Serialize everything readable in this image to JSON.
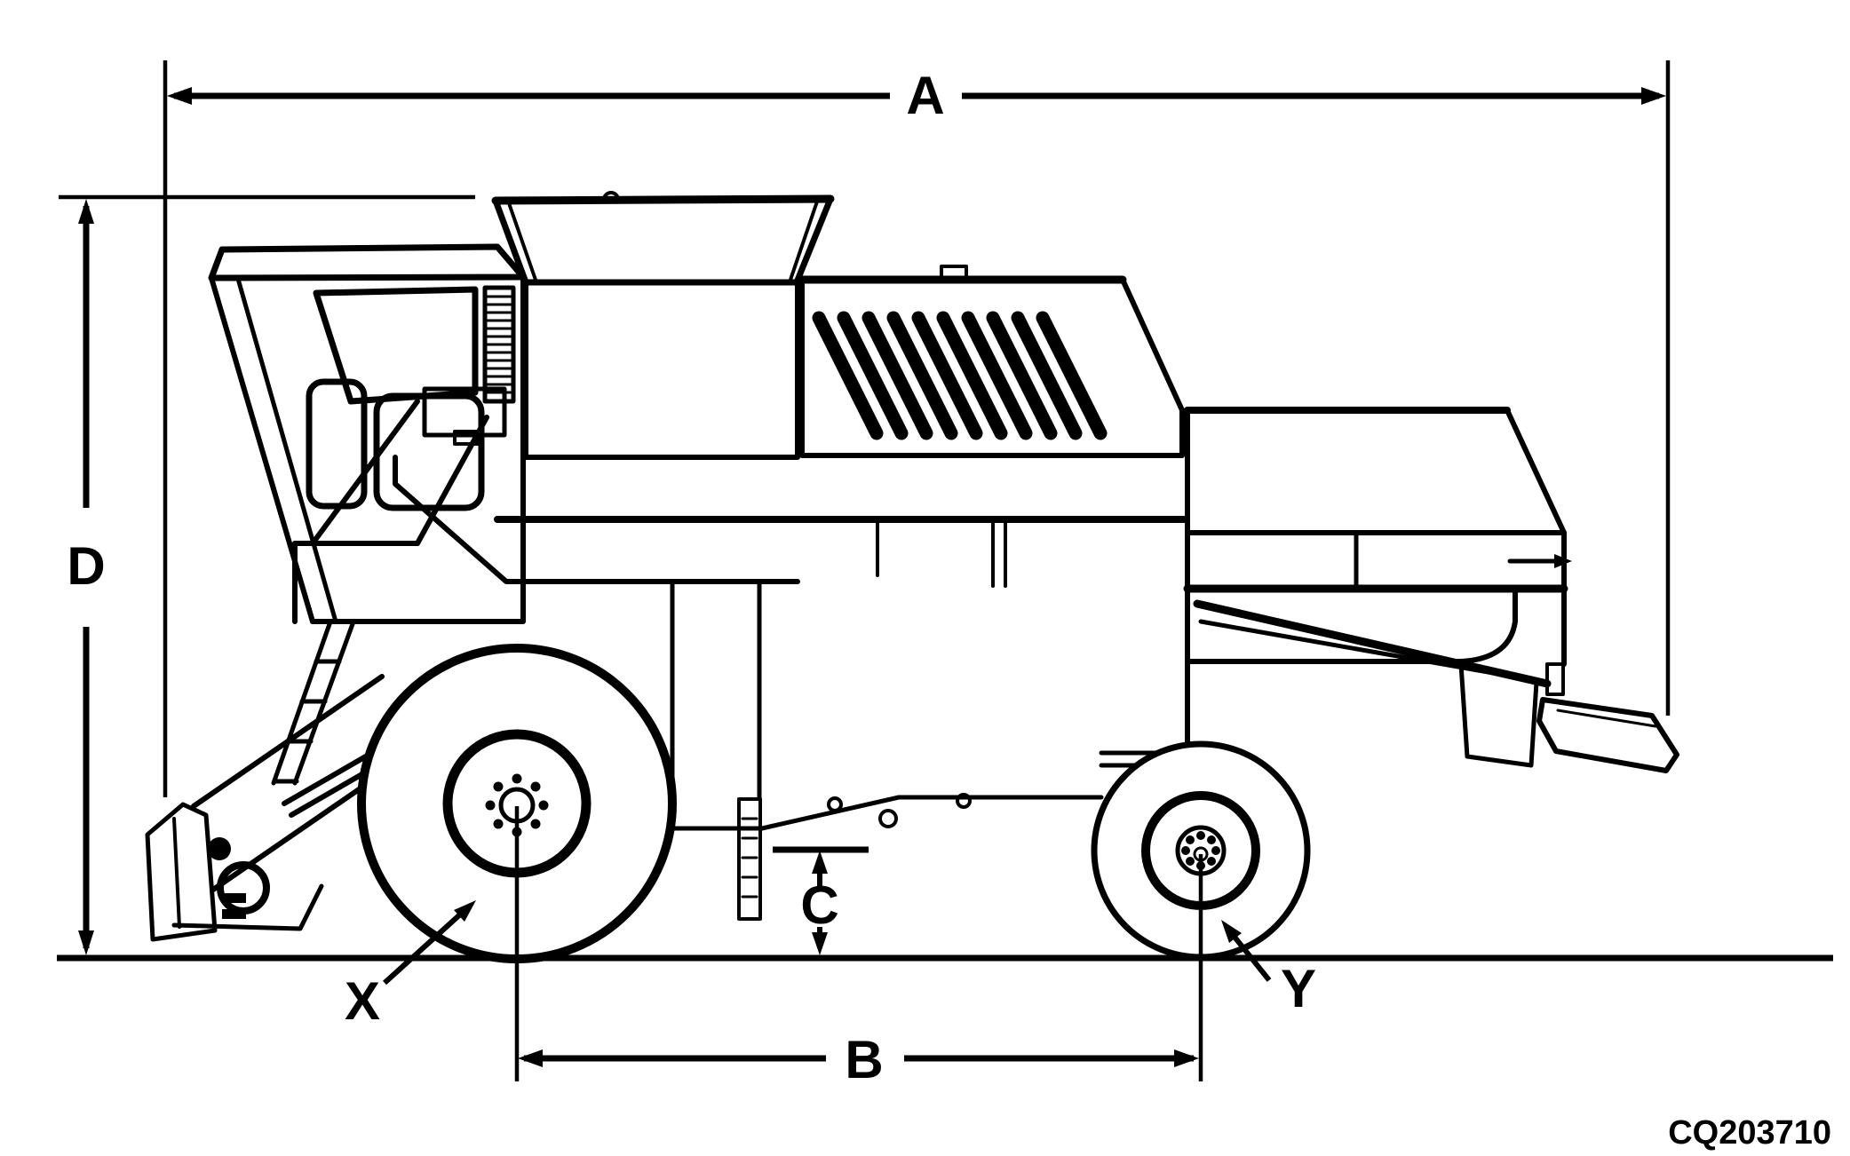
{
  "figure": {
    "background_color": "#ffffff",
    "line_color": "#000000",
    "code": "CQ203710",
    "labels": {
      "A": "A",
      "B": "B",
      "C": "C",
      "D": "D",
      "X": "X",
      "Y": "Y"
    }
  }
}
